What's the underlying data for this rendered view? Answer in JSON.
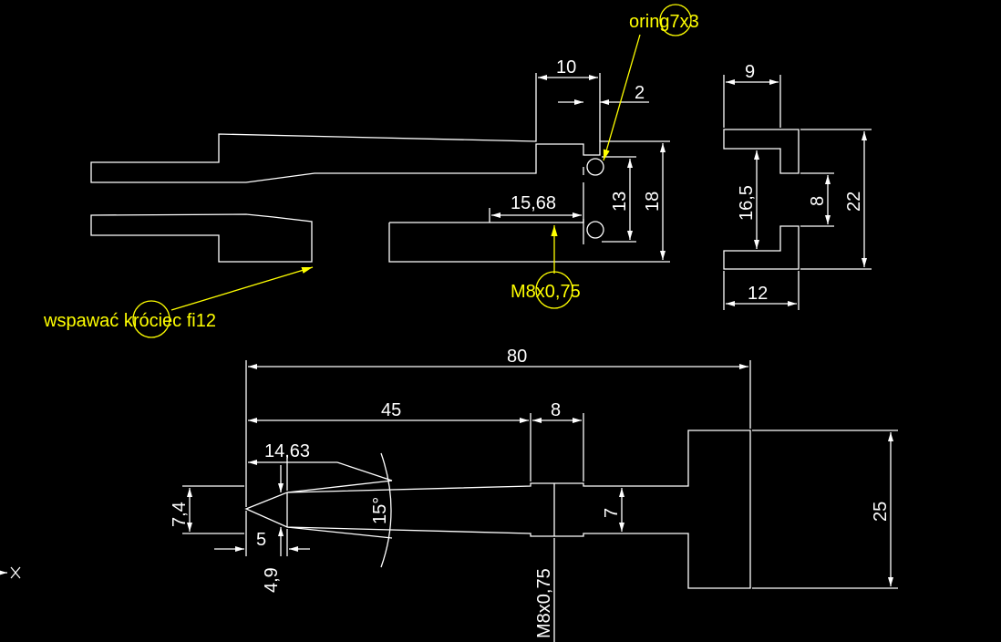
{
  "drawing": {
    "colors": {
      "background": "#000000",
      "geometry": "#ffffff",
      "annotation": "#ffff00"
    },
    "top_view": {
      "dims": {
        "d10": "10",
        "d2": "2",
        "d13": "13",
        "d18": "18",
        "d15_68": "15,68"
      },
      "labels": {
        "oring": "oring7x3",
        "thread": "M8x0,75",
        "weld": "wspawać króciec fi12"
      }
    },
    "side_view": {
      "dims": {
        "d9": "9",
        "d16_5": "16,5",
        "d8": "8",
        "d22": "22",
        "d12": "12"
      }
    },
    "pin_view": {
      "dims": {
        "d80": "80",
        "d45": "45",
        "d8": "8",
        "d14_63": "14,63",
        "d7_4": "7,4",
        "d5": "5",
        "d4_9": "4,9",
        "d15deg": "15°",
        "d7": "7",
        "d25": "25",
        "thread": "M8x0,75"
      }
    },
    "ucs_icon": "ucs-cross-icon"
  }
}
